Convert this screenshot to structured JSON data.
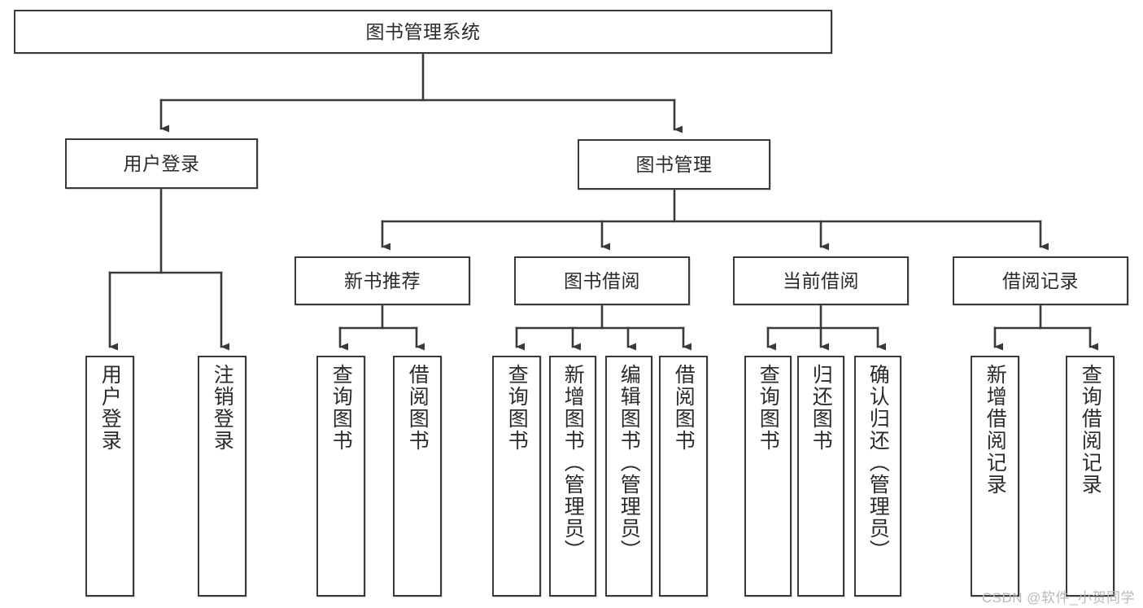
{
  "diagram": {
    "type": "tree-hierarchy-chart",
    "title": "图书管理系统",
    "colors": {
      "box_border": "#3a3a3a",
      "box_fill": "#ffffff",
      "connector": "#3a3a3a",
      "text": "#2b2b2b",
      "watermark": "#b9b9b9",
      "canvas": "#ffffff"
    },
    "watermark": "CSDN @软件_小贺同学",
    "nodes": {
      "root": {
        "label": "图书管理系统",
        "orientation": "horizontal"
      },
      "level2": [
        {
          "id": "user-login",
          "label": "用户登录",
          "orientation": "horizontal"
        },
        {
          "id": "book-manage",
          "label": "图书管理",
          "orientation": "horizontal"
        }
      ],
      "level3": [
        {
          "id": "new-book-recommend",
          "label": "新书推荐",
          "orientation": "horizontal"
        },
        {
          "id": "book-borrow",
          "label": "图书借阅",
          "orientation": "horizontal"
        },
        {
          "id": "current-borrow",
          "label": "当前借阅",
          "orientation": "horizontal"
        },
        {
          "id": "borrow-record",
          "label": "借阅记录",
          "orientation": "horizontal"
        }
      ],
      "leaves": [
        {
          "id": "leaf-user-login",
          "label": "用户登录",
          "parent": "user-login",
          "orientation": "vertical"
        },
        {
          "id": "leaf-logout-login",
          "label": "注销登录",
          "parent": "user-login",
          "orientation": "vertical"
        },
        {
          "id": "leaf-query-book-1",
          "label": "查询图书",
          "parent": "new-book-recommend",
          "orientation": "vertical"
        },
        {
          "id": "leaf-borrow-book-1",
          "label": "借阅图书",
          "parent": "new-book-recommend",
          "orientation": "vertical"
        },
        {
          "id": "leaf-query-book-2",
          "label": "查询图书",
          "parent": "book-borrow",
          "orientation": "vertical"
        },
        {
          "id": "leaf-add-book",
          "label": "新增图书（管理员）",
          "parent": "book-borrow",
          "orientation": "vertical"
        },
        {
          "id": "leaf-edit-book",
          "label": "编辑图书（管理员）",
          "parent": "book-borrow",
          "orientation": "vertical"
        },
        {
          "id": "leaf-borrow-book-2",
          "label": "借阅图书",
          "parent": "book-borrow",
          "orientation": "vertical"
        },
        {
          "id": "leaf-query-book-3",
          "label": "查询图书",
          "parent": "current-borrow",
          "orientation": "vertical"
        },
        {
          "id": "leaf-return-book",
          "label": "归还图书",
          "parent": "current-borrow",
          "orientation": "vertical"
        },
        {
          "id": "leaf-confirm-return",
          "label": "确认归还（管理员）",
          "parent": "current-borrow",
          "orientation": "vertical"
        },
        {
          "id": "leaf-add-record",
          "label": "新增借阅记录",
          "parent": "borrow-record",
          "orientation": "vertical"
        },
        {
          "id": "leaf-query-record",
          "label": "查询借阅记录",
          "parent": "borrow-record",
          "orientation": "vertical"
        }
      ]
    }
  }
}
